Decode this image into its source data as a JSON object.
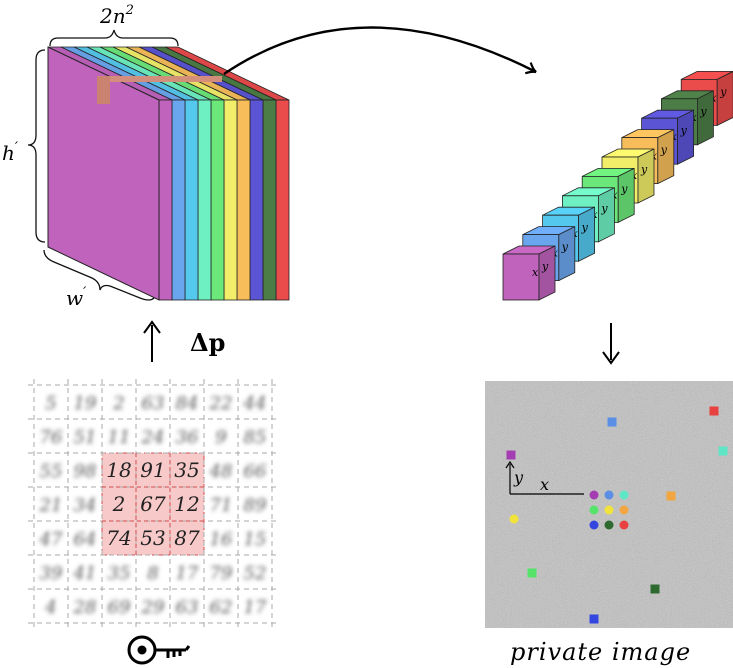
{
  "labels": {
    "width_top": "2n",
    "width_top_exp": "2",
    "height_side": "h",
    "height_side_prime": "′",
    "width_bottom": "w",
    "width_bottom_prime": "′",
    "delta_p": "Δp",
    "axis_x": "x",
    "axis_y": "y",
    "private_image": "private image"
  },
  "block_colors": [
    "#bf63bc",
    "#6aa6ee",
    "#55c8ee",
    "#6ff0c2",
    "#6ce87a",
    "#f2ee6a",
    "#f6bd5a",
    "#5b55d6",
    "#4c7d46",
    "#ea4b4b"
  ],
  "xy_tag": {
    "x": "x",
    "y": "y"
  },
  "number_grid": {
    "rows": [
      [
        "5",
        "19",
        "2",
        "63",
        "84",
        "22",
        "44"
      ],
      [
        "76",
        "51",
        "11",
        "24",
        "36",
        "9",
        "85"
      ],
      [
        "55",
        "98",
        "18",
        "91",
        "35",
        "48",
        "66"
      ],
      [
        "21",
        "34",
        "2",
        "67",
        "12",
        "71",
        "89"
      ],
      [
        "47",
        "64",
        "74",
        "53",
        "87",
        "16",
        "15"
      ],
      [
        "39",
        "41",
        "35",
        "8",
        "17",
        "79",
        "52"
      ],
      [
        "4",
        "28",
        "69",
        "29",
        "63",
        "62",
        "17"
      ]
    ],
    "highlight_rows": [
      2,
      4
    ],
    "highlight_cols": [
      2,
      4
    ]
  },
  "scatter_markers": [
    {
      "color": "#a43db1",
      "shape": "square"
    },
    {
      "color": "#5b8fe6",
      "shape": "square"
    },
    {
      "color": "#e8413f",
      "shape": "square"
    },
    {
      "color": "#5ee6c7",
      "shape": "square"
    },
    {
      "color": "#f2a641",
      "shape": "square"
    },
    {
      "color": "#f2e23c",
      "shape": "circle"
    },
    {
      "color": "#55e36a",
      "shape": "square"
    },
    {
      "color": "#2e6a30",
      "shape": "square"
    },
    {
      "color": "#3347e0",
      "shape": "square"
    }
  ],
  "center_dots": [
    [
      "#a43db1",
      "#5b8fe6",
      "#5ee6c7"
    ],
    [
      "#55e36a",
      "#f2e23c",
      "#f2a641"
    ],
    [
      "#3347e0",
      "#2e6a30",
      "#e8413f"
    ]
  ]
}
